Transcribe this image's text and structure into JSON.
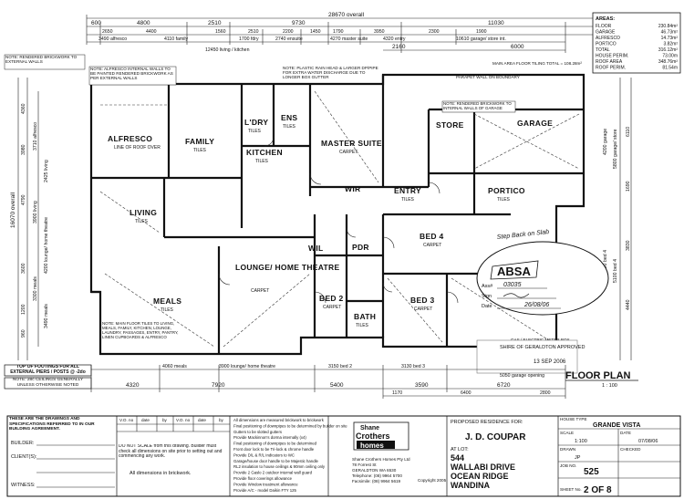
{
  "drawing": {
    "title": "FLOOR PLAN",
    "scale_note": "1 : 100",
    "overall_top": "28670 overall",
    "overall_left": "16070 overall",
    "top_dims_row1": [
      "600",
      "4800",
      "2510",
      "9730",
      "11030"
    ],
    "top_dims_row2": [
      "2650",
      "4400",
      "1560",
      "2510",
      "2200",
      "1450",
      "1790",
      "3950",
      "2300",
      "1900"
    ],
    "top_dims_row3": [
      "3490 alfresco",
      "4110 family",
      "1700 fdry",
      "2740 ensuite",
      "4270 master suite",
      "4320 entry",
      "10610 garage/ store int."
    ],
    "top_dims_row4": [
      "2160",
      "6000"
    ],
    "top_dim_laundry_kitchen": "12450 living / kitchen",
    "left_dims": [
      "4360",
      "3980",
      "4790",
      "3600",
      "1200",
      "960"
    ],
    "left_inner_dims": [
      "3710 alfresco",
      "2425 living",
      "3900 living",
      "4200 lounge/ home theatre",
      "3300 meals",
      "3490 meals"
    ],
    "right_dims": [
      "6110",
      "1690",
      "3830",
      "4440"
    ],
    "right_inner_dims": [
      "4200 garage",
      "5800 garage/ store",
      "4390 bed 4",
      "5100 bed 4"
    ],
    "bottom_dims_row1": [
      "4060 meals",
      "3900 lounge/ home theatre",
      "3150 bed 2",
      "3130 bed 3"
    ],
    "bottom_dims_row2": [
      "4320",
      "7920",
      "5400",
      "3590",
      "6720"
    ],
    "bottom_dims_row3": [
      "1170",
      "6400",
      "2800"
    ],
    "bottom_garage_note": "5050 garage opening"
  },
  "rooms": [
    {
      "name": "ALFRESCO",
      "sub": "LINE OF ROOF OVER"
    },
    {
      "name": "FAMILY",
      "sub": "TILES"
    },
    {
      "name": "L'DRY",
      "sub": "TILES"
    },
    {
      "name": "ENS",
      "sub": "TILES"
    },
    {
      "name": "MASTER SUITE",
      "sub": "CARPET"
    },
    {
      "name": "STORE",
      "sub": ""
    },
    {
      "name": "GARAGE",
      "sub": ""
    },
    {
      "name": "KITCHEN",
      "sub": "TILES"
    },
    {
      "name": "WIR",
      "sub": ""
    },
    {
      "name": "ENTRY",
      "sub": "TILES"
    },
    {
      "name": "PORTICO",
      "sub": "TILES"
    },
    {
      "name": "LIVING",
      "sub": "TILES"
    },
    {
      "name": "WIL",
      "sub": ""
    },
    {
      "name": "PDR",
      "sub": ""
    },
    {
      "name": "BED 4",
      "sub": "CARPET"
    },
    {
      "name": "MEALS",
      "sub": "TILES"
    },
    {
      "name": "LOUNGE/ HOME THEATRE",
      "sub": "CARPET"
    },
    {
      "name": "BED 2",
      "sub": "CARPET"
    },
    {
      "name": "BATH",
      "sub": "TILES"
    },
    {
      "name": "BED 3",
      "sub": "CARPET"
    }
  ],
  "notes": {
    "rendered_brickwork": "NOTE: RENDERED BRICKWORK TO EXTERNAL WALLS",
    "alfresco_walls": "NOTE: ALFRESCO INTERNAL WALLS TO BE PAINTED RENDERED BRICKWORK AS PER EXTERNAL WALLS",
    "plastic_rain_head": "NOTE: PLASTIC RAIN HEAD & LARGER DP/PIPE FOR EXTRA WATER DISCHARGE DUE TO LONGER BOX GUTTER",
    "main_area_tiling": "MAIN AREA FLOOR TILING TOTAL = 108.28m²",
    "parapet_wall": "PARAPET WALL ON BOUNDARY",
    "garage_rendered": "NOTE: RENDERED BRICKWORK TO INTERNAL WALLS OF GARAGE",
    "footings": "TOP OF FOOTINGS FOR ALL EXTERNAL PIERS / POSTS @ -2do",
    "ceilings": "NOTE: 28c CEILINGS GENERALLY UNLESS OTHERWISE NOTED",
    "floor_tiling": "NOTE: MAIN FLOOR TILES TO LIVING, MEALS, FAMILY, KITCHEN, LOUNGE, LAUNDRY, PASSAGES, ENTRY, PANTRY, LINEN CUPBOARDS & ALFRESCO",
    "gas_meter": "GAS / ELECTRIC METER BOX",
    "shire_stamp": "SHIRE OF GERALDTON APPROVED",
    "stamp_date": "13 SEP 2006",
    "handwritten": "Step Back on Slab"
  },
  "areas": {
    "heading": "AREAS:",
    "rows": [
      {
        "label": "FLOOR",
        "value": "230.84m²"
      },
      {
        "label": "GARAGE",
        "value": "46.73m²"
      },
      {
        "label": "ALFRESCO",
        "value": "14.73m²"
      },
      {
        "label": "PORTICO",
        "value": "3.82m²"
      },
      {
        "label": "TOTAL",
        "value": "316.12m²"
      },
      {
        "label": "HOUSE PERIM.",
        "value": "73.00m"
      },
      {
        "label": "ROOF AREA",
        "value": "348.76m²"
      },
      {
        "label": "ROOF PERIM.",
        "value": "81.54m"
      }
    ]
  },
  "absa": {
    "logo": "ABSA",
    "assr_label": "Ass#",
    "assr_value": "03035",
    "sign_label": "Sign",
    "date_label": "Date",
    "date_value": "26/08/06"
  },
  "title_block": {
    "agreement_text": "THESE ARE THE DRAWINGS AND SPECIFICATIONS REFERRED TO IN OUR BUILDING AGREEMENT.",
    "builder_label": "BUILDER:",
    "client_label": "CLIENT(S):",
    "witness_label": "WITNESS:",
    "rev_headers": [
      "V.O. no",
      "date",
      "by",
      "V.O. no",
      "date",
      "by"
    ],
    "scale_warning": "DO NOT SCALE from this drawing. Builder must check all dimensions on site prior to setting out and commencing any work.",
    "dims_note": "All dimensions in brickwork.",
    "spec_notes": [
      "All dimensions are measured brickwork to brickwork",
      "Final positioning of downpipes to be determined by builder on site",
      "Gutters to be slotted gutters",
      "Provide Mackinnon's dorma internally (x4)",
      "Final positioning of downpipes to be determined",
      "Front door lock to be Tri-lock & chrome handle",
      "Provide D/L & R/L Indicators to WC",
      "Garage/house door handle to be Majestic handle",
      "RL2 insulation to house ceilings & 90mm ceiling only",
      "Provide 2 Gaslo 2 outdoor internal wall guard",
      "Provide floor coverings allowance",
      "Provide Window treatment allowance",
      "Provide A/C - model Daikin FTY 125"
    ],
    "company_line1": "Shane",
    "company_line2": "Crothers",
    "company_line3": "homes",
    "company_address": [
      "Shane Crothers Homes Pty Ltd",
      "78 Forrest St",
      "GERALDTON WA 6530",
      "Telephone: (08) 9964 5700",
      "Facsimile: (08) 9964 5619"
    ],
    "copyright": "Copyright 2005",
    "proposed_label": "PROPOSED RESIDENCE FOR:",
    "client_name": "J. D. COUPAR",
    "at_lot_label": "AT LOT:",
    "lot_number": "544",
    "street": "WALLABI DRIVE",
    "suburb_1": "OCEAN RIDGE",
    "suburb_2": "WANDINA",
    "house_type_label": "HOUSE TYPE",
    "house_type": "GRANDE VISTA",
    "scale_label": "SCALE",
    "scale": "1:100",
    "date_label": "DATE",
    "date": "07/08/06",
    "drawn_label": "DRAWN",
    "drawn": "JP",
    "checked_label": "CHECKED",
    "job_label": "JOB NO.",
    "job": "525",
    "sheet_label": "SHEET No.",
    "sheet": "2 OF 8"
  }
}
